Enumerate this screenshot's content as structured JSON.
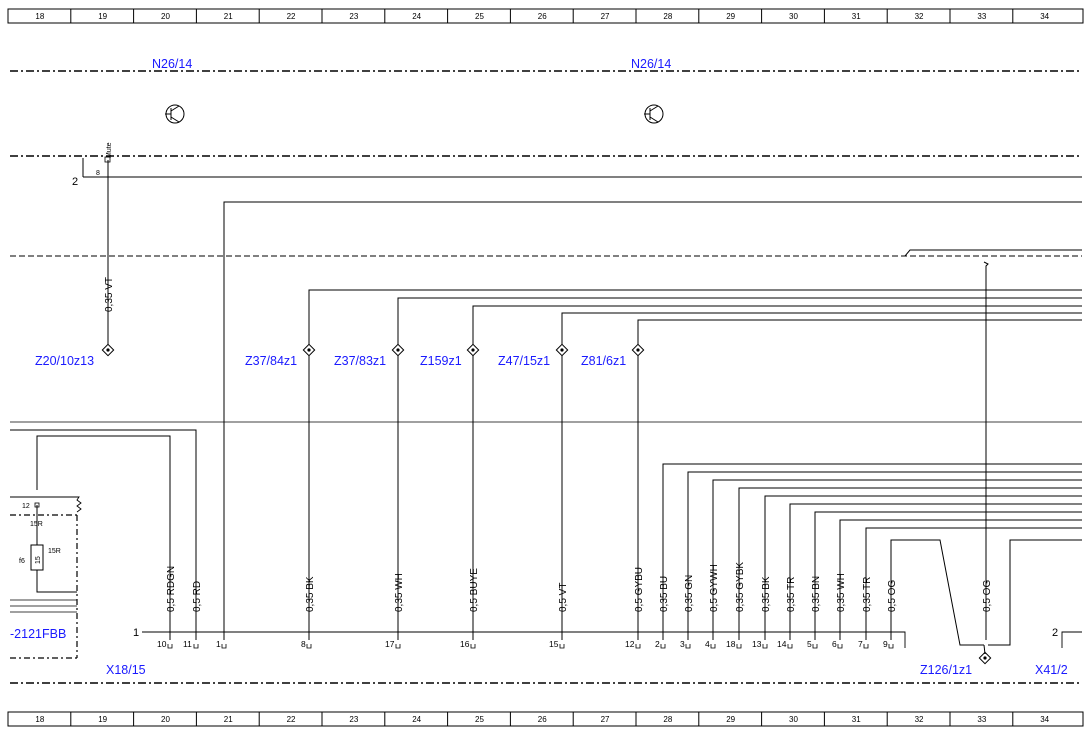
{
  "grid": {
    "columns": [
      "18",
      "19",
      "20",
      "21",
      "22",
      "23",
      "24",
      "25",
      "26",
      "27",
      "28",
      "29",
      "30",
      "31",
      "32",
      "33",
      "34"
    ]
  },
  "components": {
    "n26_left": "N26/14",
    "n26_right": "N26/14",
    "x18": "X18/15",
    "z126": "Z126/1z1",
    "x41": "X41/2",
    "fbb": "-2121FBB"
  },
  "splices": [
    {
      "label": "Z20/10z13"
    },
    {
      "label": "Z37/84z1"
    },
    {
      "label": "Z37/83z1"
    },
    {
      "label": "Z159z1"
    },
    {
      "label": "Z47/15z1"
    },
    {
      "label": "Z81/6z1"
    }
  ],
  "mute": {
    "label": "Mute",
    "pin": "8",
    "conn": "2",
    "wire": "0,35 VT"
  },
  "fuse": {
    "pin_top": "12",
    "label_top": "15R",
    "label_side": "15R",
    "f": "f6",
    "value": "15"
  },
  "connector_x18": {
    "pin": "1"
  },
  "connector_x41": {
    "pin": "2"
  },
  "wires": [
    {
      "label": "0,5 RDGN",
      "pin": "10"
    },
    {
      "label": "0,5 RD",
      "pin": "11"
    },
    {
      "label": "",
      "pin": "1"
    },
    {
      "label": "0,35 BK",
      "pin": "8"
    },
    {
      "label": "0,35 WH",
      "pin": "17"
    },
    {
      "label": "0,5 BUYE",
      "pin": "16"
    },
    {
      "label": "0,5 VT",
      "pin": "15"
    },
    {
      "label": "0,5 GYBU",
      "pin": "12"
    },
    {
      "label": "0,35 BU",
      "pin": "2"
    },
    {
      "label": "0,35 GN",
      "pin": "3"
    },
    {
      "label": "0,5 GYWH",
      "pin": "4"
    },
    {
      "label": "0,35 GYBK",
      "pin": "18"
    },
    {
      "label": "0,35 BK",
      "pin": "13"
    },
    {
      "label": "0,35 TR",
      "pin": "14"
    },
    {
      "label": "0,35 BN",
      "pin": "5"
    },
    {
      "label": "0,35 WH",
      "pin": "6"
    },
    {
      "label": "0,35 TR",
      "pin": "7"
    },
    {
      "label": "0,5 OG",
      "pin": "9"
    },
    {
      "label": "0,5 OG",
      "pin": ""
    }
  ]
}
